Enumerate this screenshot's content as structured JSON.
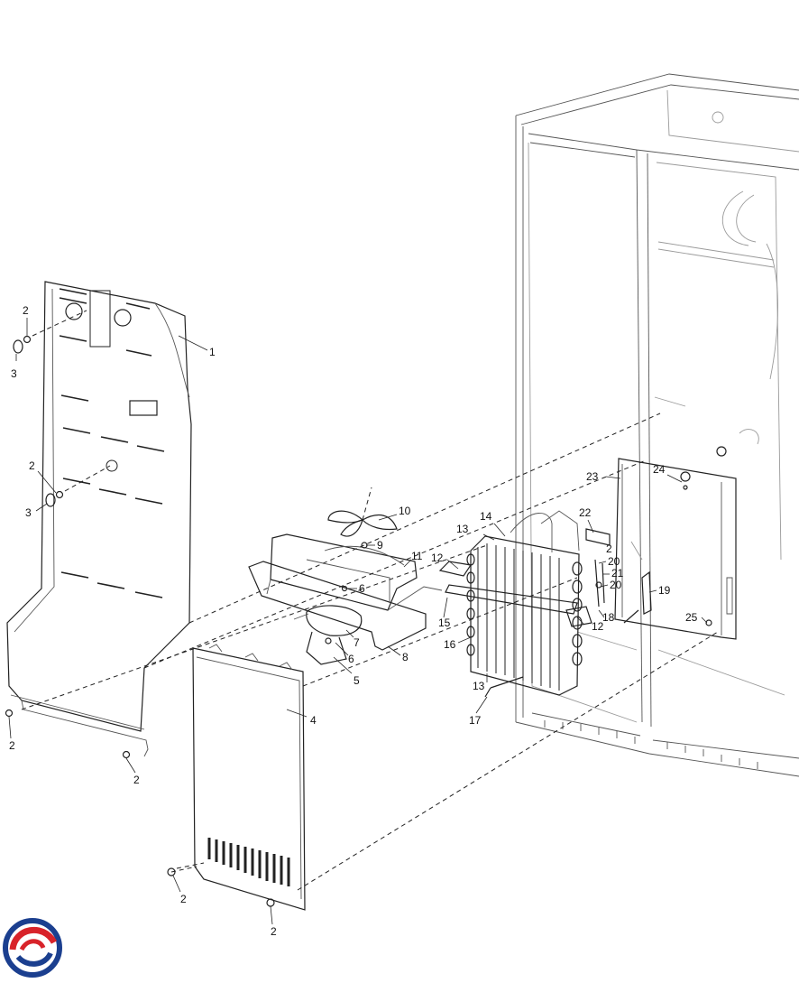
{
  "parts": [
    {
      "key": "p1",
      "label": "1"
    },
    {
      "key": "p2a",
      "label": "2"
    },
    {
      "key": "p3a",
      "label": "3"
    },
    {
      "key": "p2b",
      "label": "2"
    },
    {
      "key": "p3b",
      "label": "3"
    },
    {
      "key": "p2c",
      "label": "2"
    },
    {
      "key": "p2d",
      "label": "2"
    },
    {
      "key": "p2e",
      "label": "2"
    },
    {
      "key": "p2f",
      "label": "2"
    },
    {
      "key": "p2g",
      "label": "2"
    },
    {
      "key": "p4",
      "label": "4"
    },
    {
      "key": "p5",
      "label": "5"
    },
    {
      "key": "p6a",
      "label": "6"
    },
    {
      "key": "p6b",
      "label": "6"
    },
    {
      "key": "p7",
      "label": "7"
    },
    {
      "key": "p8",
      "label": "8"
    },
    {
      "key": "p9",
      "label": "9"
    },
    {
      "key": "p10",
      "label": "10"
    },
    {
      "key": "p11",
      "label": "11"
    },
    {
      "key": "p12a",
      "label": "12"
    },
    {
      "key": "p12b",
      "label": "12"
    },
    {
      "key": "p13a",
      "label": "13"
    },
    {
      "key": "p13b",
      "label": "13"
    },
    {
      "key": "p14",
      "label": "14"
    },
    {
      "key": "p15",
      "label": "15"
    },
    {
      "key": "p16",
      "label": "16"
    },
    {
      "key": "p17",
      "label": "17"
    },
    {
      "key": "p18",
      "label": "18"
    },
    {
      "key": "p19",
      "label": "19"
    },
    {
      "key": "p20a",
      "label": "20"
    },
    {
      "key": "p20b",
      "label": "20"
    },
    {
      "key": "p21",
      "label": "21"
    },
    {
      "key": "p22",
      "label": "22"
    },
    {
      "key": "p23",
      "label": "23"
    },
    {
      "key": "p24",
      "label": "24"
    },
    {
      "key": "p25",
      "label": "25"
    }
  ],
  "colors": {
    "line": "#222222",
    "logo_red": "#d8232a",
    "logo_blue": "#1b3f8f"
  },
  "logo": {
    "icon": "brand-swirl-icon"
  }
}
